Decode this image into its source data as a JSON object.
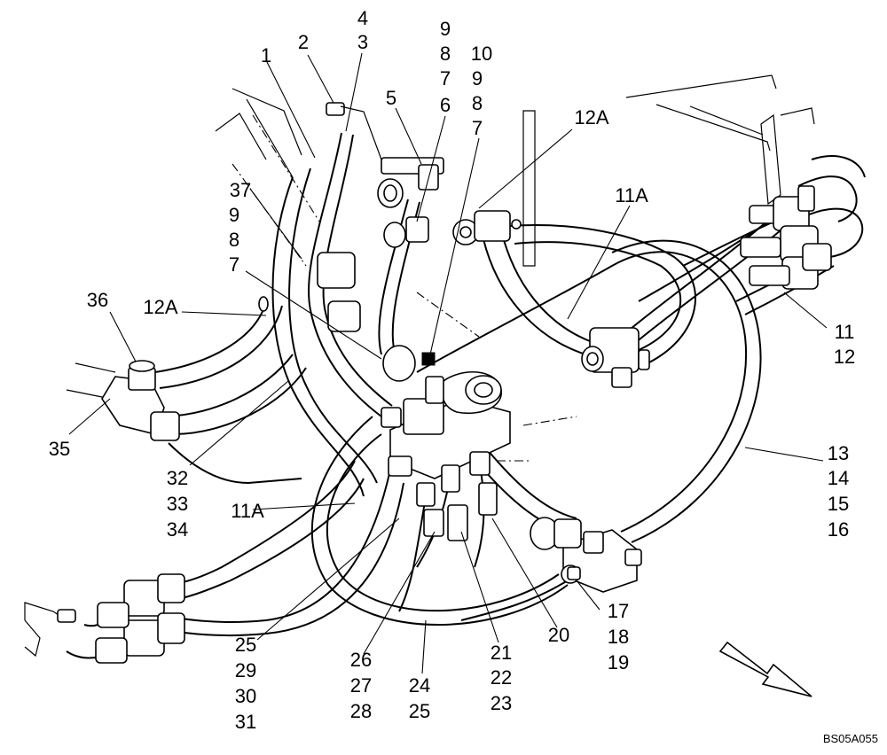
{
  "diagram": {
    "drawing_code": "BS05A055",
    "callout_groups": [
      {
        "id": "g1",
        "labels": [
          "1"
        ]
      },
      {
        "id": "g2",
        "labels": [
          "2"
        ]
      },
      {
        "id": "g3",
        "labels": [
          "4",
          "3"
        ]
      },
      {
        "id": "g5",
        "labels": [
          "5"
        ]
      },
      {
        "id": "g6",
        "labels": [
          "9",
          "8",
          "7",
          "6"
        ]
      },
      {
        "id": "g7",
        "labels": [
          "10",
          "9",
          "8",
          "7"
        ]
      },
      {
        "id": "g12a_top",
        "labels": [
          "12A"
        ]
      },
      {
        "id": "g11a_top",
        "labels": [
          "11A"
        ]
      },
      {
        "id": "g37",
        "labels": [
          "37",
          "9",
          "8",
          "7"
        ]
      },
      {
        "id": "g36",
        "labels": [
          "36"
        ]
      },
      {
        "id": "g12a_left",
        "labels": [
          "12A"
        ]
      },
      {
        "id": "g35",
        "labels": [
          "35"
        ]
      },
      {
        "id": "g32",
        "labels": [
          "32",
          "33",
          "34"
        ]
      },
      {
        "id": "g11a_left",
        "labels": [
          "11A"
        ]
      },
      {
        "id": "g11",
        "labels": [
          "11",
          "12"
        ]
      },
      {
        "id": "g13",
        "labels": [
          "13",
          "14",
          "15",
          "16"
        ]
      },
      {
        "id": "g17",
        "labels": [
          "17",
          "18",
          "19"
        ]
      },
      {
        "id": "g20",
        "labels": [
          "20"
        ]
      },
      {
        "id": "g21",
        "labels": [
          "21",
          "22",
          "23"
        ]
      },
      {
        "id": "g24",
        "labels": [
          "24",
          "25"
        ]
      },
      {
        "id": "g26",
        "labels": [
          "26",
          "27",
          "28"
        ]
      },
      {
        "id": "g25",
        "labels": [
          "25",
          "29",
          "30",
          "31"
        ]
      }
    ]
  }
}
